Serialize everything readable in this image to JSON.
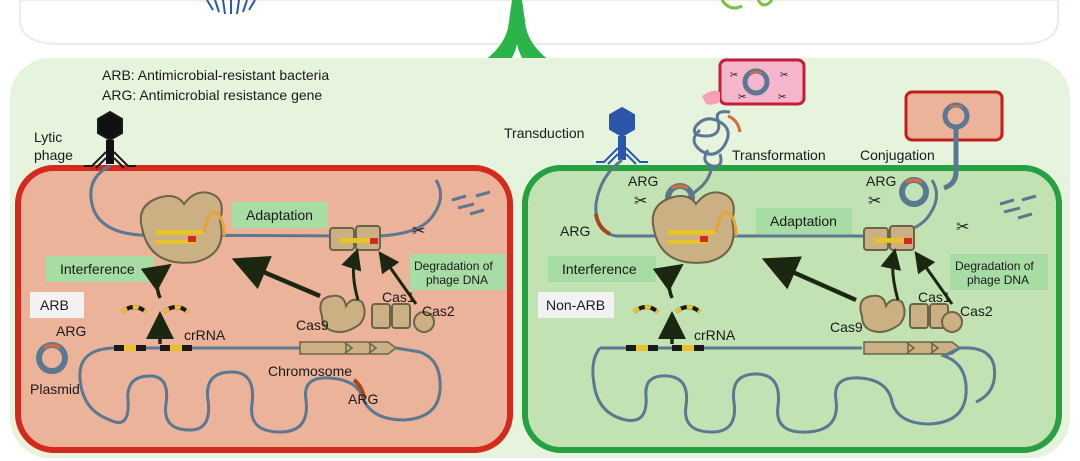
{
  "legend": {
    "arb": "ARB: Antimicrobial-resistant bacteria",
    "arg": "ARG: Antimicrobial resistance gene"
  },
  "left_cell": {
    "phage_label_line1": "Lytic",
    "phage_label_line2": "phage",
    "adaptation": "Adaptation",
    "interference": "Interference",
    "degradation_line1": "Degradation of",
    "degradation_line2": "phage DNA",
    "cell_type": "ARB",
    "arg_plasmid": "ARG",
    "plasmid": "Plasmid",
    "crrna": "crRNA",
    "cas9": "Cas9",
    "cas1": "Cas1",
    "cas2": "Cas2",
    "chromosome": "Chromosome",
    "arg_chromosome": "ARG"
  },
  "right_cell": {
    "transduction": "Transduction",
    "transformation": "Transformation",
    "conjugation": "Conjugation",
    "arg_transduction": "ARG",
    "arg_conjugation": "ARG",
    "arg_integrated": "ARG",
    "adaptation": "Adaptation",
    "interference": "Interference",
    "degradation_line1": "Degradation of",
    "degradation_line2": "phage DNA",
    "cell_type": "Non-ARB",
    "crrna": "crRNA",
    "cas9": "Cas9",
    "cas1": "Cas1",
    "cas2": "Cas2"
  },
  "colors": {
    "left_membrane": "#d42a1e",
    "left_cytoplasm": "#ebb39a",
    "right_membrane": "#27a043",
    "right_cytoplasm": "#c2e2b3",
    "panel_bg": "#e6f3dd",
    "dna": "#5a7891",
    "arrow_green": "#2bb44a",
    "label_box": "#a8dca5"
  }
}
